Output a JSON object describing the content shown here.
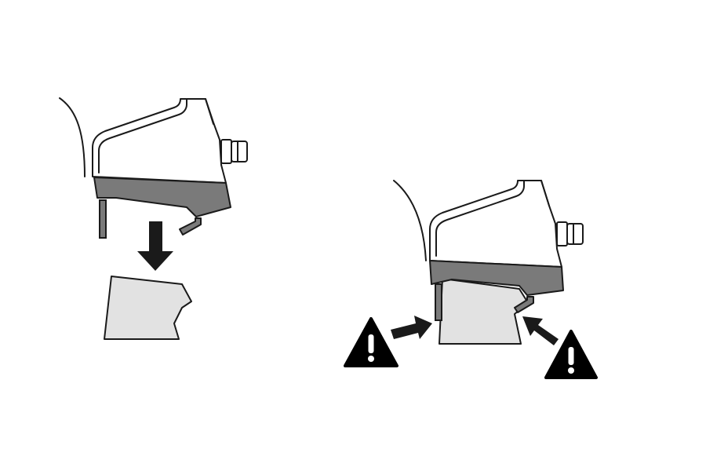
{
  "steps": [
    {
      "id": "step-1",
      "parts": [
        "device-housing",
        "clip-plate",
        "side-pin",
        "hook-latch",
        "down-arrow-icon",
        "mount-block"
      ]
    },
    {
      "id": "step-2",
      "parts": [
        "device-housing",
        "clip-plate",
        "side-pin",
        "hook-latch",
        "mount-block",
        "push-arrow-icon",
        "warning-icon"
      ]
    }
  ],
  "colors": {
    "outline": "#1a1a1a",
    "clip_plate": "#7a7a7a",
    "mount_block": "#e2e2e2",
    "housing_fill": "#ffffff",
    "arrow": "#1a1a1a",
    "warning_fill": "#000000",
    "warning_mark": "#ffffff"
  },
  "icons": {
    "arrow_down": "down-arrow-icon",
    "arrow_push": "push-arrow-icon",
    "warning": "warning-icon"
  }
}
